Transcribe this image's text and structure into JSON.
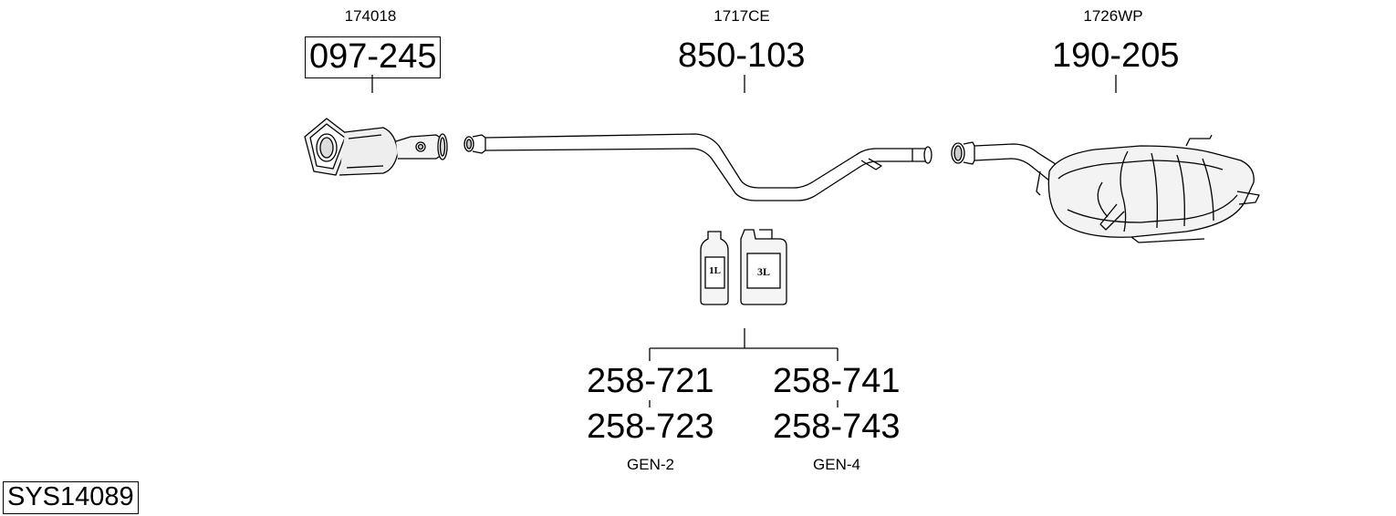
{
  "parts": [
    {
      "ref": "174018",
      "number": "097-245",
      "icon": "catalytic-converter-icon"
    },
    {
      "ref": "1717CE",
      "number": "850-103",
      "icon": "middle-pipe-icon"
    },
    {
      "ref": "1726WP",
      "number": "190-205",
      "icon": "rear-silencer-icon"
    }
  ],
  "kits": {
    "bottles": {
      "small": "1L",
      "large": "3L"
    },
    "left": {
      "number_1": "258-721",
      "number_2": "258-723",
      "gen": "GEN-2"
    },
    "right": {
      "number_1": "258-741",
      "number_2": "258-743",
      "gen": "GEN-4"
    }
  },
  "system_id": "SYS14089"
}
